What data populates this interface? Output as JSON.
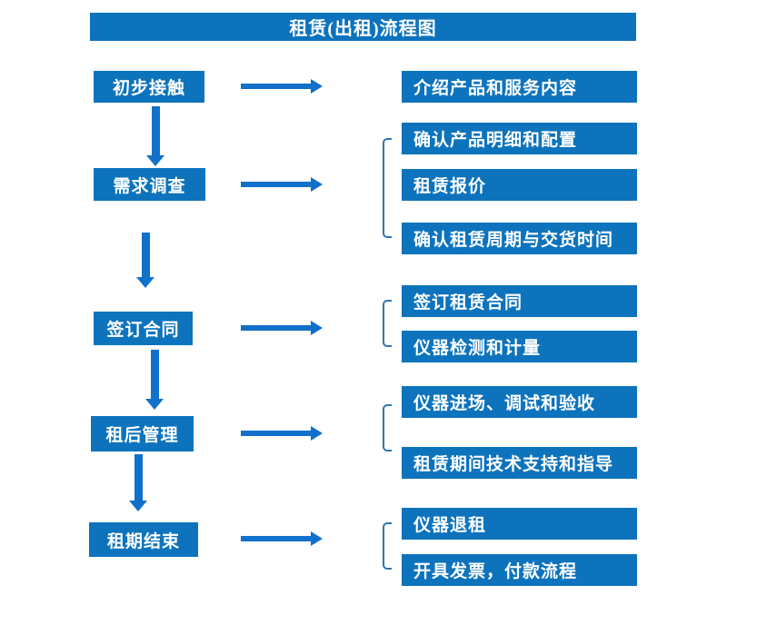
{
  "title": "租赁(出租)流程图",
  "colors": {
    "box_blue": "#0d73bd",
    "arrow_blue": "#1170c9",
    "bracket_blue": "#2f76b5",
    "text_white": "#ffffff"
  },
  "stages": [
    {
      "label": "初步接触",
      "outputs": [
        "介绍产品和服务内容"
      ]
    },
    {
      "label": "需求调查",
      "outputs": [
        "确认产品明细和配置",
        "租赁报价",
        "确认租赁周期与交货时间"
      ]
    },
    {
      "label": "签订合同",
      "outputs": [
        "签订租赁合同",
        "仪器检测和计量"
      ]
    },
    {
      "label": "租后管理",
      "outputs": [
        "仪器进场、调试和验收",
        "租赁期间技术支持和指导"
      ]
    },
    {
      "label": "租期结束",
      "outputs": [
        "仪器退租",
        "开具发票，付款流程"
      ]
    }
  ]
}
